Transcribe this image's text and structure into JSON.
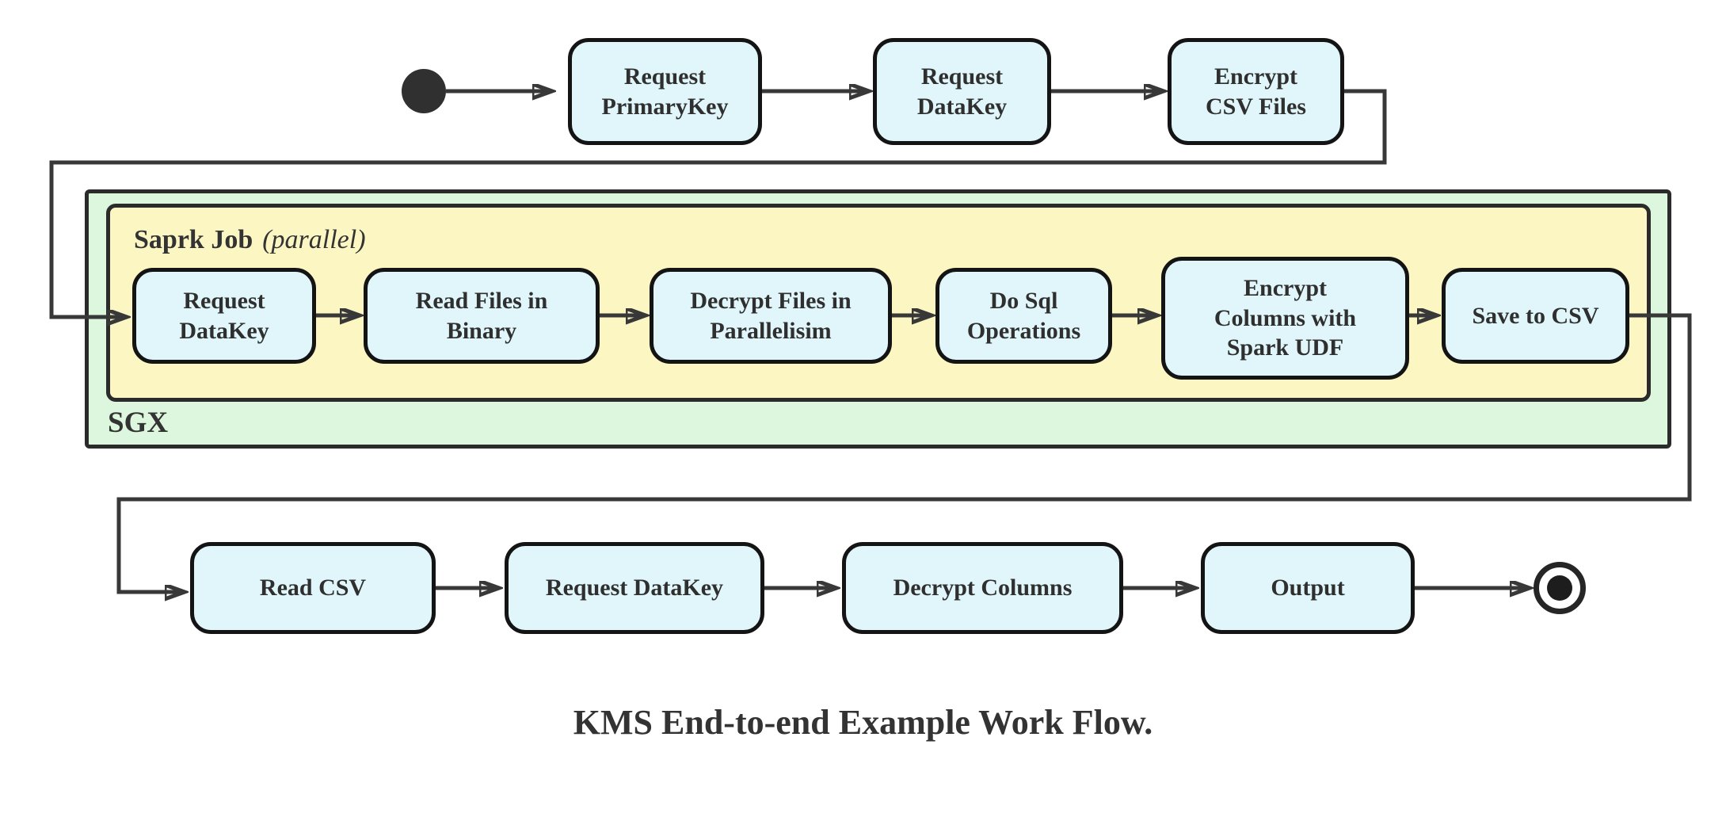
{
  "diagram": {
    "caption": "KMS End-to-end Example Work Flow.",
    "containers": {
      "sgx": {
        "label": "SGX"
      },
      "spark_job": {
        "label": "Saprk Job",
        "annotation": "(parallel)"
      }
    },
    "icons": {
      "start": "initial-state-filled-circle",
      "end": "final-state-bullseye"
    },
    "top_row": {
      "nodes": [
        {
          "label": "Request\nPrimaryKey"
        },
        {
          "label": "Request\nDataKey"
        },
        {
          "label": "Encrypt\nCSV Files"
        }
      ]
    },
    "spark_row": {
      "nodes": [
        {
          "label": "Request\nDataKey"
        },
        {
          "label": "Read Files in\nBinary"
        },
        {
          "label": "Decrypt Files in\nParallelisim"
        },
        {
          "label": "Do Sql\nOperations"
        },
        {
          "label": "Encrypt\nColumns with\nSpark UDF"
        },
        {
          "label": "Save to CSV"
        }
      ]
    },
    "bottom_row": {
      "nodes": [
        {
          "label": "Read CSV"
        },
        {
          "label": "Request DataKey"
        },
        {
          "label": "Decrypt Columns"
        },
        {
          "label": "Output"
        }
      ]
    },
    "colors": {
      "node_fill": "#e0f6fa",
      "node_border": "#141414",
      "sgx_container_fill": "#ddf7de",
      "spark_job_container_fill": "#fcf6c3",
      "edge": "#383838",
      "text": "#333333"
    }
  }
}
